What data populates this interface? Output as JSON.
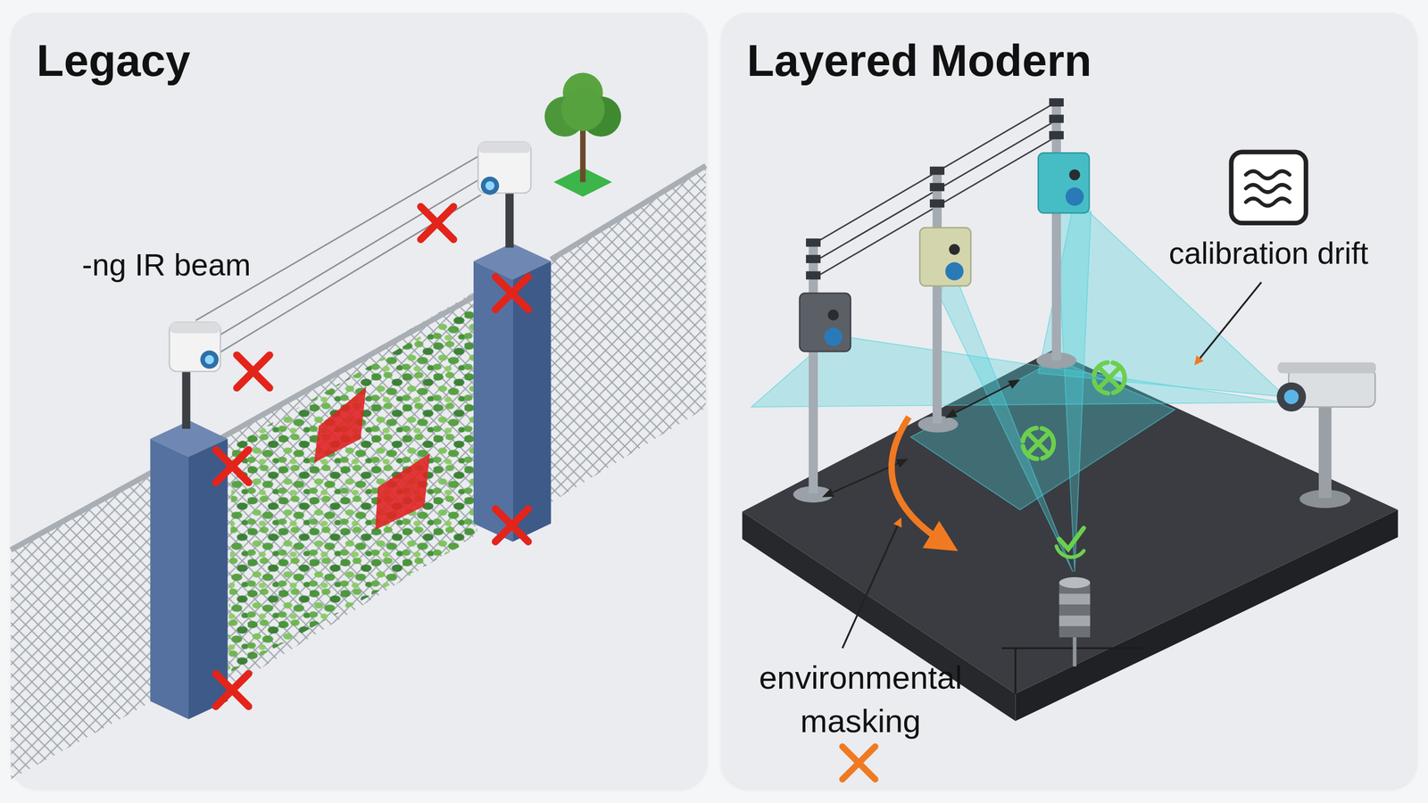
{
  "diagram": {
    "nodes": [
      {
        "text": [
          "Legacy"
        ]
      },
      {
        "text": [
          "Layered Modern"
        ]
      }
    ],
    "labels": [
      "-ng IR beam",
      "calibration drift",
      "environmental masking"
    ]
  }
}
